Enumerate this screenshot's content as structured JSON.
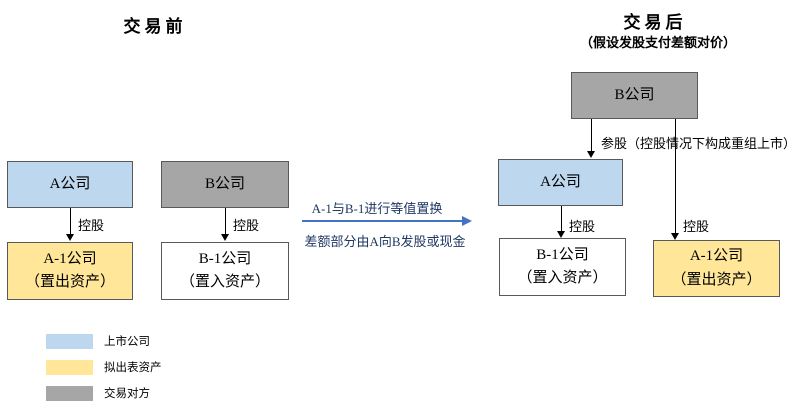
{
  "titles": {
    "before": "交易前",
    "after": "交易后",
    "after_subtitle": "（假设发股支付差额对价）"
  },
  "colors": {
    "listed_company": "#BDD7EE",
    "outgoing_assets": "#FFE699",
    "counterparty": "#A6A6A6",
    "plain_box": "#FFFFFF",
    "transition_arrow": "#4472C4",
    "transition_text": "#1F3864",
    "box_border": "#595959"
  },
  "before": {
    "a": {
      "label": "A公司"
    },
    "b": {
      "label": "B公司"
    },
    "a1": {
      "label": "A-1公司",
      "sublabel": "（置出资产）"
    },
    "b1": {
      "label": "B-1公司",
      "sublabel": "（置入资产）"
    },
    "edge_a_a1": "控股",
    "edge_b_b1": "控股"
  },
  "transition": {
    "line1": "A-1与B-1进行等值置换",
    "line2": "差额部分由A向B发股或现金"
  },
  "after": {
    "b": {
      "label": "B公司"
    },
    "a": {
      "label": "A公司"
    },
    "b1": {
      "label": "B-1公司",
      "sublabel": "（置入资产）"
    },
    "a1": {
      "label": "A-1公司",
      "sublabel": "（置出资产）"
    },
    "edge_b_a": "参股（控股情况下构成重组上市）",
    "edge_a_b1": "控股",
    "edge_b_a1": "控股"
  },
  "legend": {
    "items": [
      {
        "label": "上市公司",
        "color": "#BDD7EE"
      },
      {
        "label": "拟出表资产",
        "color": "#FFE699"
      },
      {
        "label": "交易对方",
        "color": "#A6A6A6"
      }
    ]
  }
}
